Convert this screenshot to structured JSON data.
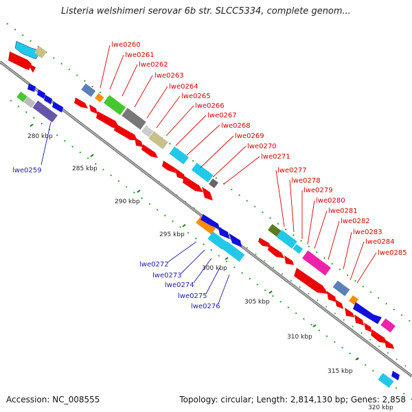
{
  "title": "Listeria welshimeri serovar 6b str. SLCC5334, complete genom...",
  "footer": {
    "accession": "Accession: NC_008555",
    "stats": "Topology: circular; Length: 2,814,130 bp; Genes: 2,858"
  },
  "ruler_labels": [
    "280 kbp",
    "285 kbp",
    "290 kbp",
    "295 kbp",
    "300 kbp",
    "305 kbp",
    "310 kbp",
    "315 kbp",
    "320 kbp"
  ],
  "gene_labels_forward": [
    "lwe0260",
    "lwe0261",
    "lwe0262",
    "lwe0263",
    "lwe0264",
    "lwe0265",
    "lwe0266",
    "lwe0267",
    "lwe0268",
    "lwe0269",
    "lwe0270",
    "lwe0271",
    "lwe0277",
    "lwe0278",
    "lwe0279",
    "lwe0280",
    "lwe0281",
    "lwe0282",
    "lwe0283",
    "lwe0284",
    "lwe0285"
  ],
  "gene_labels_reverse": [
    "lwe0259",
    "lwe0272",
    "lwe0273",
    "lwe0274",
    "lwe0275",
    "lwe0276"
  ],
  "colors": {
    "forward_label": "#d40000",
    "reverse_label": "#1a1aa8",
    "backbone": "#7a7a7a",
    "cds": "#ee0000",
    "reverse_cds": "#1010dd"
  }
}
